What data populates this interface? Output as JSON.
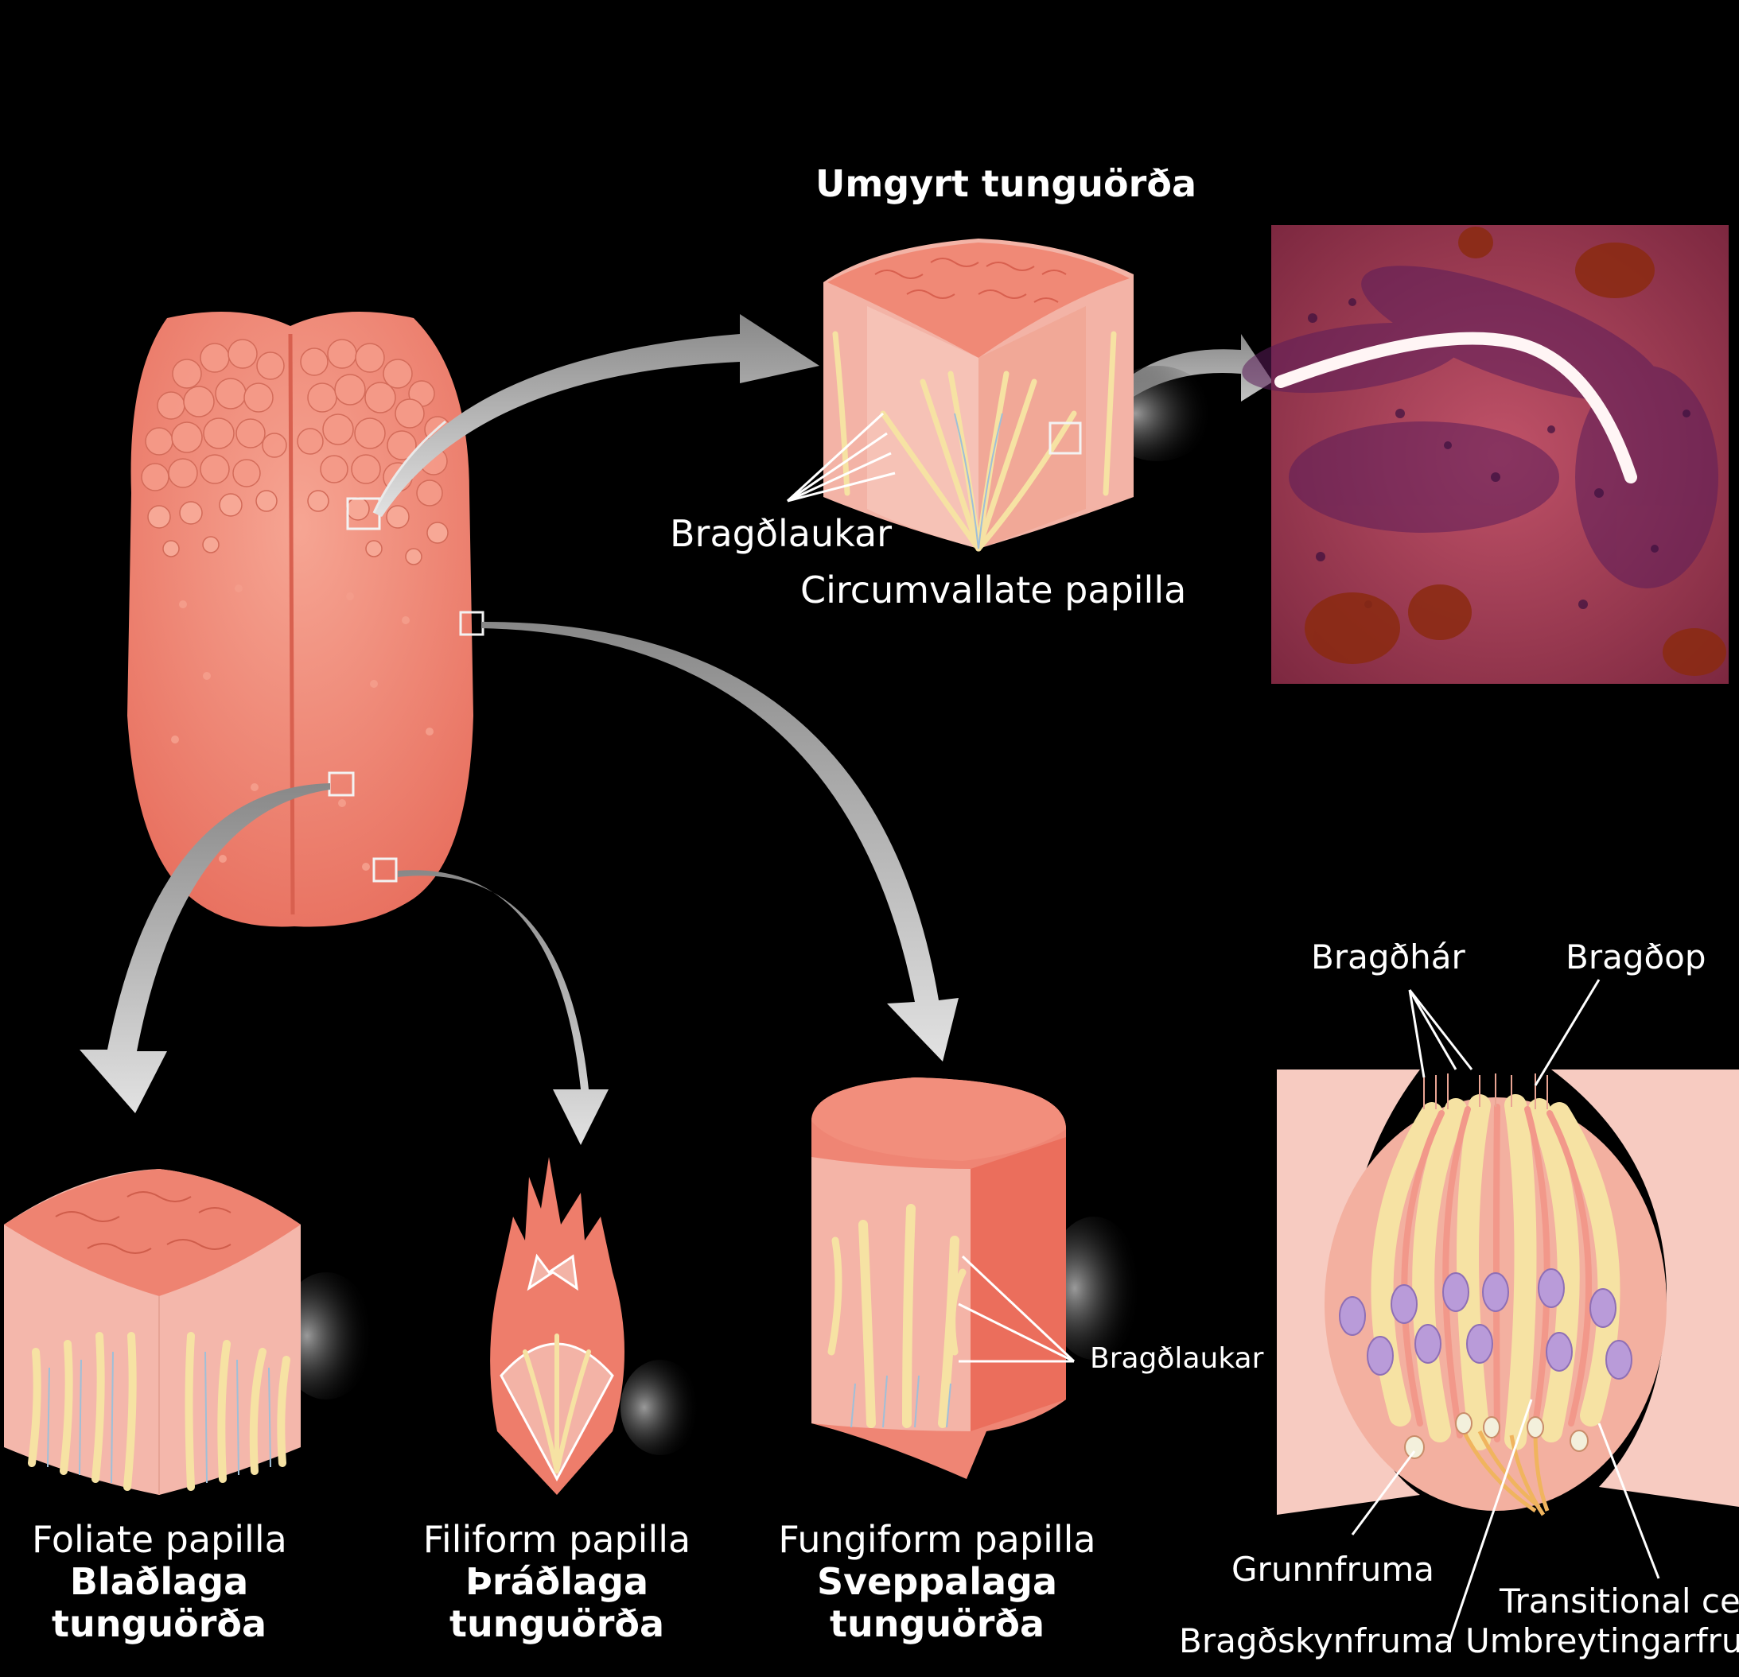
{
  "labels": {
    "circumvallate_is": "Umgyrt tunguörða",
    "circumvallate_en": "Circumvallate papilla",
    "taste_buds_top": "Bragðlaukar",
    "taste_buds_fungiform": "Bragðlaukar",
    "foliate_en": "Foliate papilla",
    "foliate_is_1": "Blaðlaga",
    "foliate_is_2": "tunguörða",
    "filiform_en": "Filiform papilla",
    "filiform_is_1": "Þráðlaga",
    "filiform_is_2": "tunguörða",
    "fungiform_en": "Fungiform papilla",
    "fungiform_is_1": "Sveppalaga",
    "fungiform_is_2": "tunguörða",
    "taste_hairs": "Bragðhár",
    "taste_pore": "Bragðop",
    "basal_cell": "Grunnfruma",
    "transitional_cell_en": "Transitional cell",
    "transitional_cell_is": "Umbreytingarfruma",
    "gustatory_cell": "Bragðskynfruma"
  },
  "colors": {
    "background": "#000000",
    "tongue": "#f08b78",
    "tongue_light": "#f7b2a2",
    "tissue": "#f6c7bd",
    "nerve_yellow": "#f5e3a4",
    "nucleus_purple": "#b79ad8",
    "micrograph": "#a0384f",
    "arrow": "#d8d8d8"
  }
}
